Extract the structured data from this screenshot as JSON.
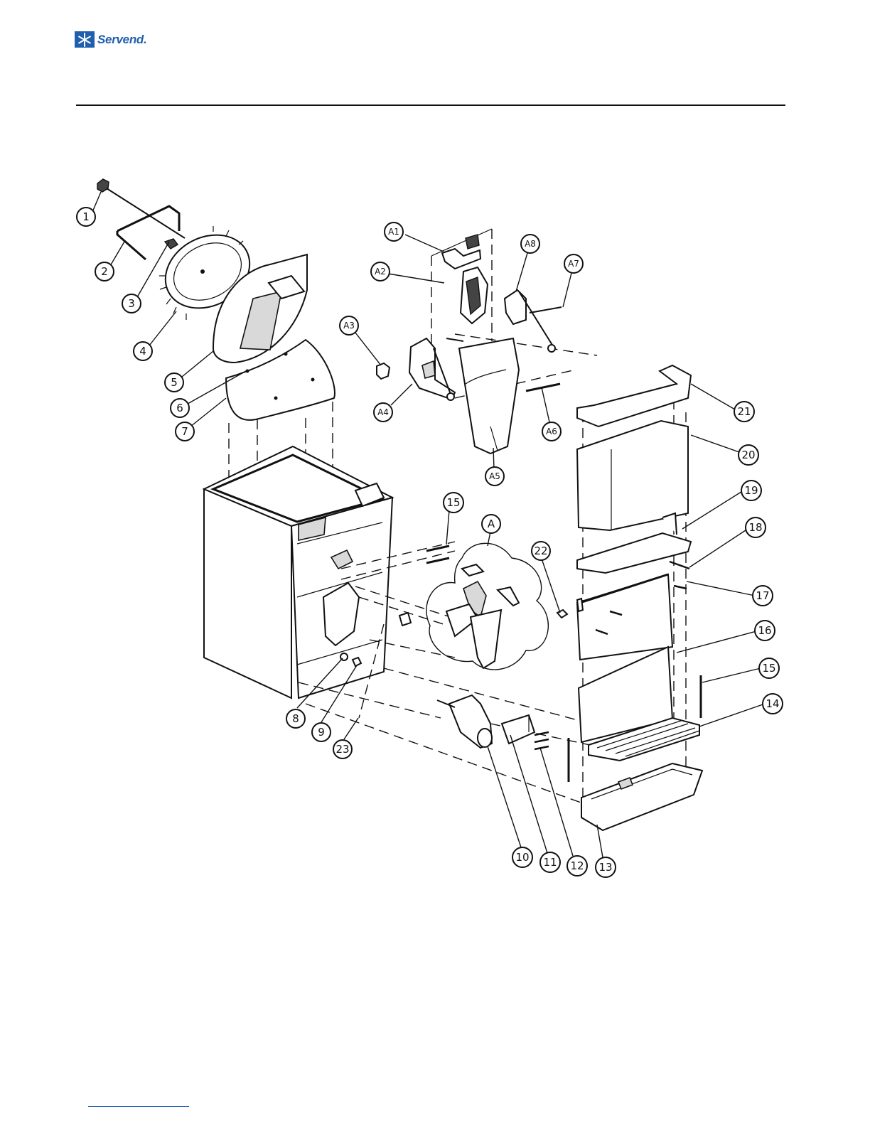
{
  "header": {
    "brand": "Servend",
    "brand_mark": "."
  },
  "diagram": {
    "callouts": [
      {
        "id": "c1",
        "label": "1"
      },
      {
        "id": "c2",
        "label": "2"
      },
      {
        "id": "c3",
        "label": "3"
      },
      {
        "id": "c4",
        "label": "4"
      },
      {
        "id": "c5",
        "label": "5"
      },
      {
        "id": "c6",
        "label": "6"
      },
      {
        "id": "c7",
        "label": "7"
      },
      {
        "id": "c8",
        "label": "8"
      },
      {
        "id": "c9",
        "label": "9"
      },
      {
        "id": "c10",
        "label": "10"
      },
      {
        "id": "c11",
        "label": "11"
      },
      {
        "id": "c12",
        "label": "12"
      },
      {
        "id": "c13",
        "label": "13"
      },
      {
        "id": "c14",
        "label": "14"
      },
      {
        "id": "c15a",
        "label": "15"
      },
      {
        "id": "c15b",
        "label": "15"
      },
      {
        "id": "c16",
        "label": "16"
      },
      {
        "id": "c17",
        "label": "17"
      },
      {
        "id": "c18",
        "label": "18"
      },
      {
        "id": "c19",
        "label": "19"
      },
      {
        "id": "c20",
        "label": "20"
      },
      {
        "id": "c21",
        "label": "21"
      },
      {
        "id": "c22",
        "label": "22"
      },
      {
        "id": "c23",
        "label": "23"
      },
      {
        "id": "cA",
        "label": "A"
      },
      {
        "id": "cA1",
        "label": "A1"
      },
      {
        "id": "cA2",
        "label": "A2"
      },
      {
        "id": "cA3",
        "label": "A3"
      },
      {
        "id": "cA4",
        "label": "A4"
      },
      {
        "id": "cA5",
        "label": "A5"
      },
      {
        "id": "cA6",
        "label": "A6"
      },
      {
        "id": "cA7",
        "label": "A7"
      },
      {
        "id": "cA8",
        "label": "A8"
      }
    ]
  }
}
